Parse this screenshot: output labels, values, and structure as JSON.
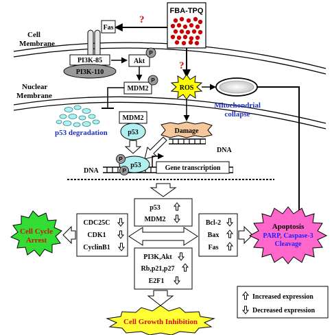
{
  "drug": "FBA-TPQ",
  "question_mark": "?",
  "cell_membrane_label": [
    "Cell",
    "Membrane"
  ],
  "nuclear_membrane_label": [
    "Nuclear",
    "Membrane"
  ],
  "fas_receptor": "Fas",
  "pi3k_85": "PI3K-85",
  "pi3k_110": "PI3K-110",
  "akt": "Akt",
  "phospho": "P",
  "mdm2_top": "MDM2",
  "mdm2_complex": "MDM2",
  "p53_complex": "p53",
  "p53_dna": "p53",
  "p53_degradation": "p53 degradation",
  "ros": "ROS",
  "mitochondria_label": [
    "Mitochondrial",
    "collapse"
  ],
  "damage": "Damage",
  "dna_right": "DNA",
  "dna_left": "DNA",
  "gene_transcription": "Gene transcription",
  "center_top_box": [
    "p53",
    "MDM2"
  ],
  "center_bottom_box": [
    "PI3K,Akt",
    "Rb,p21,p27",
    "E2F1"
  ],
  "left_box": [
    "CDC25C",
    "CDK1",
    "CyclinB1"
  ],
  "right_box": [
    "Bcl-2",
    "Bax",
    "Fas"
  ],
  "cell_cycle_arrest": [
    "Cell Cycle",
    "Arrest"
  ],
  "apoptosis": "Apoptosis",
  "apoptosis_sub": [
    "PARP, Caspase-3",
    "Cleavage"
  ],
  "cell_growth_inhibition": "Cell Growth Inhibition",
  "legend": {
    "increased": "Increased expression",
    "decreased": "Decreased expression"
  },
  "colors": {
    "drug_dots": "#cc0000",
    "ros_burst": "#ffff00",
    "apoptosis_fill": "#ff66cc",
    "arrest_fill": "#33dd33",
    "growth_fill": "#ffff33",
    "p53_fill": "#b0f0f0",
    "damage_fill": "#f4c89a",
    "label_blue": "#1f2fbf"
  }
}
